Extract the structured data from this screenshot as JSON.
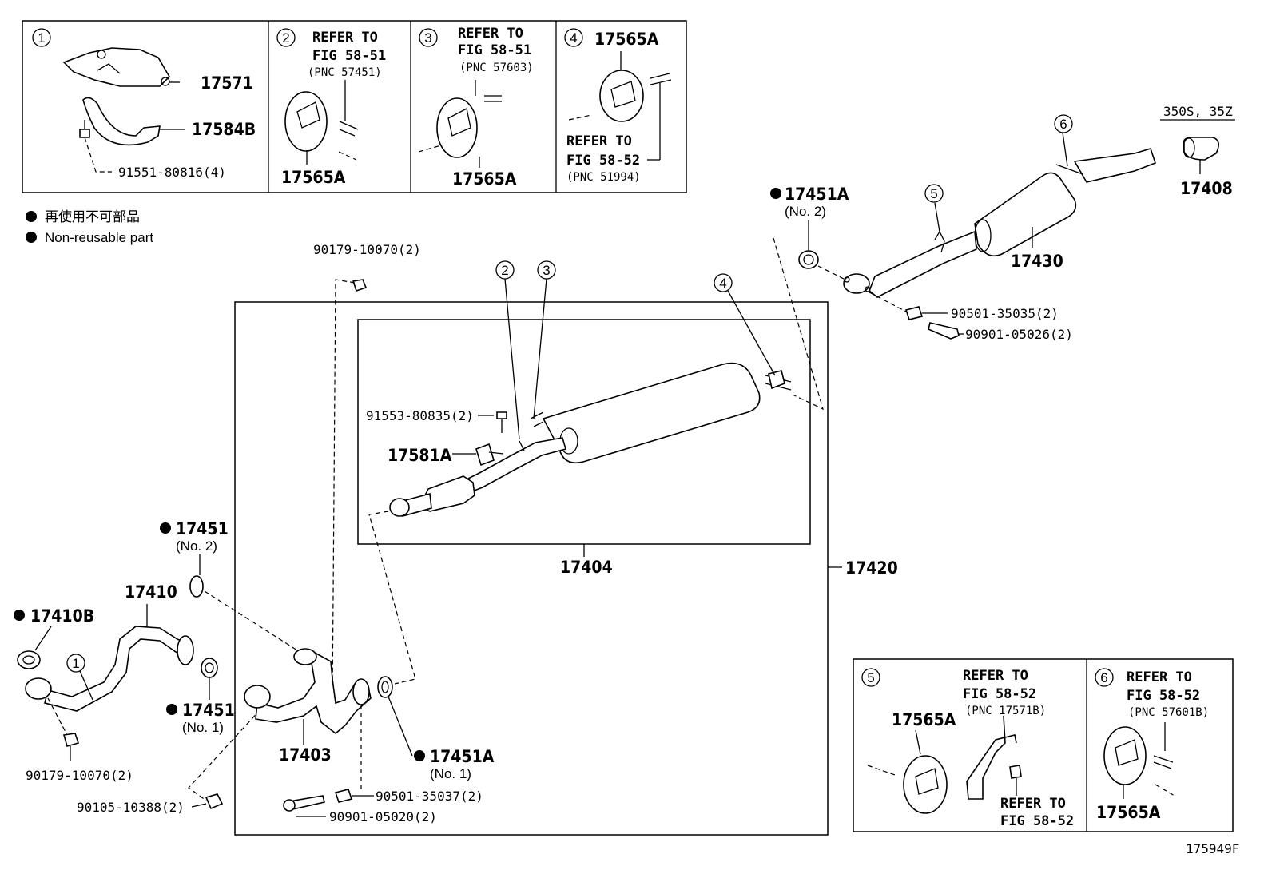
{
  "legend": {
    "japanese": "再使用不可部品",
    "english": "Non-reusable part"
  },
  "figure_id": "175949F",
  "variant_note": "350S, 35Z",
  "callouts": {
    "c1": {
      "num": "1",
      "part1": "17571",
      "part2": "17584B",
      "bolt": "91551-80816(4)"
    },
    "c2": {
      "num": "2",
      "ref1": "REFER TO",
      "ref2": "FIG 58-51",
      "pnc": "(PNC 57451)",
      "part": "17565A"
    },
    "c3": {
      "num": "3",
      "ref1": "REFER TO",
      "ref2": "FIG 58-51",
      "pnc": "(PNC 57603)",
      "part": "17565A"
    },
    "c4": {
      "num": "4",
      "part": "17565A",
      "ref1": "REFER TO",
      "ref2": "FIG 58-52",
      "pnc": "(PNC 51994)"
    },
    "c5": {
      "num": "5",
      "ref1": "REFER TO",
      "ref2": "FIG 58-52",
      "pnc": "(PNC 17571B)",
      "part": "17565A",
      "ref3": "REFER TO",
      "ref4": "FIG 58-52"
    },
    "c6": {
      "num": "6",
      "ref1": "REFER TO",
      "ref2": "FIG 58-52",
      "pnc": "(PNC 57601B)",
      "part": "17565A"
    }
  },
  "parts": {
    "p17451A_top": "17451A",
    "p17451A_top_sub": "(No. 2)",
    "p17430": "17430",
    "p17408": "17408",
    "p90501_35035": "90501-35035(2)",
    "p90901_05026": "90901-05026(2)",
    "p90179_top": "90179-10070(2)",
    "p91553": "91553-80835(2)",
    "p17581A": "17581A",
    "p17404": "17404",
    "p17420": "17420",
    "p17451_no2": "17451",
    "p17451_no2_sub": "(No. 2)",
    "p17410": "17410",
    "p17410B": "17410B",
    "p17451_no1": "17451",
    "p17451_no1_sub": "(No. 1)",
    "p17403": "17403",
    "p17451A_no1": "17451A",
    "p17451A_no1_sub": "(No. 1)",
    "p90179_bottom": "90179-10070(2)",
    "p90105": "90105-10388(2)",
    "p90501_35037": "90501-35037(2)",
    "p90901_05020": "90901-05020(2)"
  },
  "diagram_refs": {
    "r2": "2",
    "r3": "3",
    "r4": "4",
    "r5": "5",
    "r6": "6",
    "r1": "1"
  }
}
